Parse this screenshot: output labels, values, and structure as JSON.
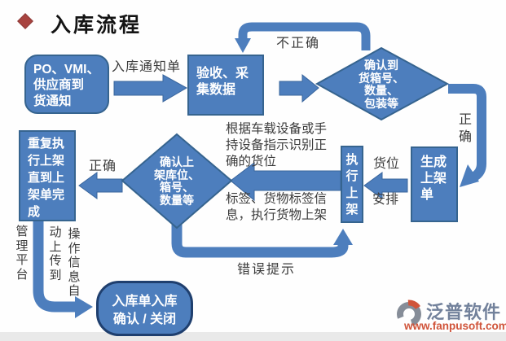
{
  "title": {
    "text": "入库流程"
  },
  "colors": {
    "node_fill": "#4d7ebd",
    "node_border": "#36648f",
    "close_node_border": "#1f3f6e",
    "arrow": "#4d7ebd",
    "title_bullet": "#a8433f",
    "label_text": "#3b3b3b",
    "logo_text": "#72819b",
    "logo_url": "#d0543a",
    "bottom_strip": "#e9e9e9"
  },
  "nodes": {
    "start": {
      "text": "PO、VMI、\n供应商到\n货通知"
    },
    "receive": {
      "text": "验收、采\n集数据"
    },
    "confirm_arrival": {
      "text": "确认到\n货箱号、\n数量、\n包装等"
    },
    "generate_putaway": {
      "text": "生成\n上架\n单"
    },
    "execute_putaway": {
      "text": "执\n行\n上\n架"
    },
    "confirm_location": {
      "text": "确认上\n架库位、\n箱号、\n数量等"
    },
    "repeat_putaway": {
      "text": "重复执\n行上架\n直到上\n架单完\n成"
    },
    "close_order": {
      "text": "入库单入库\n确认 / 关闭"
    }
  },
  "labels": {
    "inbound_notice": "入库通知单",
    "incorrect": "不正确",
    "correct_right": "正\n确",
    "location": "货位",
    "arrange": "安排",
    "device_note": "根据车载设备或手\n持设备指示识别正\n确的货位",
    "label_note": "标签、货物标签信\n息，执行货物上架",
    "correct_left": "正确",
    "upload_col_right": "操\n作\n信\n息\n自",
    "upload_col_mid": "动\n上\n传\n到",
    "upload_col_left": "管\n理\n平\n台",
    "error": "错误提示"
  },
  "logo": {
    "name": "泛普软件",
    "url": "www.fanpusoft.com"
  }
}
